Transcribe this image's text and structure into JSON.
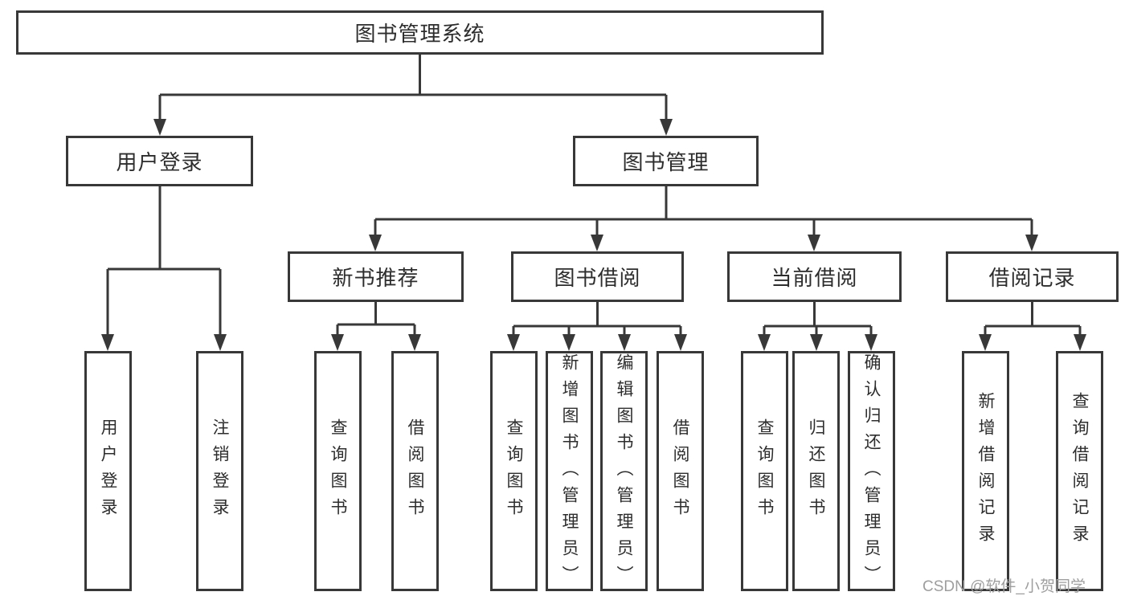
{
  "diagram": {
    "root": {
      "label": "图书管理系统"
    },
    "level2": [
      {
        "label": "用户登录",
        "children": [
          {
            "label": "用户登录"
          },
          {
            "label": "注销登录"
          }
        ]
      },
      {
        "label": "图书管理",
        "children": [
          {
            "label": "新书推荐",
            "children": [
              {
                "label": "查询图书"
              },
              {
                "label": "借阅图书"
              }
            ]
          },
          {
            "label": "图书借阅",
            "children": [
              {
                "label": "查询图书"
              },
              {
                "label": "新增图书（管理员）"
              },
              {
                "label": "编辑图书（管理员）"
              },
              {
                "label": "借阅图书"
              }
            ]
          },
          {
            "label": "当前借阅",
            "children": [
              {
                "label": "查询图书"
              },
              {
                "label": "归还图书"
              },
              {
                "label": "确认归还（管理员）"
              }
            ]
          },
          {
            "label": "借阅记录",
            "children": [
              {
                "label": "新增借阅记录"
              },
              {
                "label": "查询借阅记录"
              }
            ]
          }
        ]
      }
    ]
  },
  "watermark": {
    "text": "CSDN @软件_小贺同学"
  },
  "colors": {
    "line": "#383838",
    "box_border": "#383838",
    "box_fill": "#ffffff",
    "text": "#2d2d2d",
    "watermark": "#9e9e9e",
    "background": "#ffffff"
  }
}
